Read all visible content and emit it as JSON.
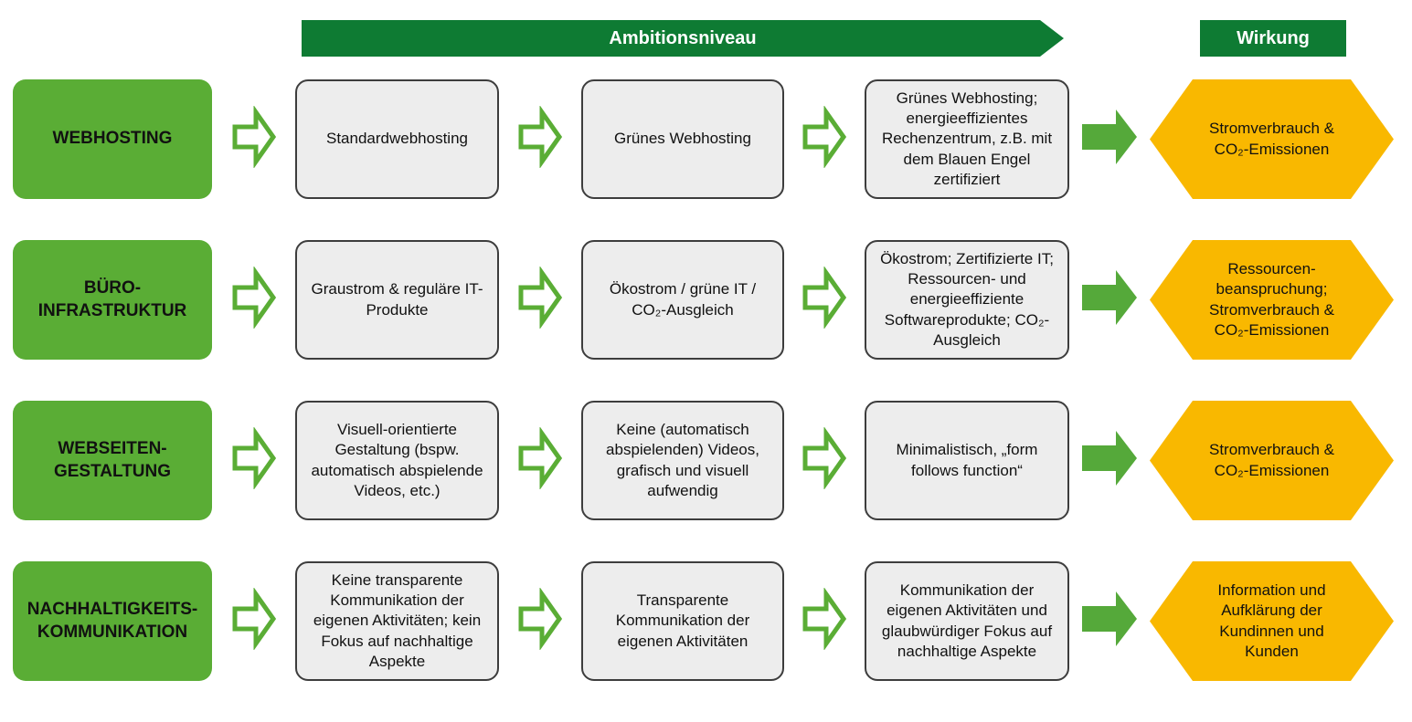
{
  "header": {
    "ambition_label": "Ambitionsniveau",
    "impact_label": "Wirkung"
  },
  "colors": {
    "header_green": "#0e7b33",
    "category_green": "#5aad35",
    "outline_arrow_green": "#5aad35",
    "solid_arrow_green": "#55a93a",
    "impact_amber": "#f9b800",
    "stage_fill": "#ededed",
    "stage_border": "#3d3d3d"
  },
  "rows": [
    {
      "category": "WEBHOSTING",
      "stages": [
        "Standardwebhosting",
        "Grünes Webhosting",
        "Grünes Webhosting; energieeffizientes Rechenzentrum, z.B. mit dem Blauen Engel zertifiziert"
      ],
      "impact": "Stromverbrauch &\nCO₂-Emissionen"
    },
    {
      "category": "BÜRO-\nINFRASTRUKTUR",
      "stages": [
        "Graustrom & reguläre IT-Produkte",
        "Ökostrom / grüne IT / CO₂-Ausgleich",
        "Ökostrom; Zertifizierte IT; Ressourcen- und energieeffiziente Softwareprodukte; CO₂-Ausgleich"
      ],
      "impact": "Ressourcen-\nbeanspruchung;\nStromverbrauch &\nCO₂-Emissionen"
    },
    {
      "category": "WEBSEITEN-\nGESTALTUNG",
      "stages": [
        "Visuell-orientierte Gestaltung (bspw. automatisch abspielende Videos, etc.)",
        "Keine (automatisch abspielenden) Videos, grafisch und visuell aufwendig",
        "Minimalistisch, „form follows function“"
      ],
      "impact": "Stromverbrauch &\nCO₂-Emissionen"
    },
    {
      "category": "NACHHALTIGKEITS-\nKOMMUNIKATION",
      "stages": [
        "Keine transparente Kommunikation der eigenen Aktivitäten; kein Fokus auf nachhaltige Aspekte",
        "Transparente Kommunikation der eigenen Aktivitäten",
        "Kommunikation der eigenen Aktivitäten und glaubwürdiger Fokus auf nachhaltige Aspekte"
      ],
      "impact": "Information und\nAufklärung der\nKundinnen und\nKunden"
    }
  ]
}
